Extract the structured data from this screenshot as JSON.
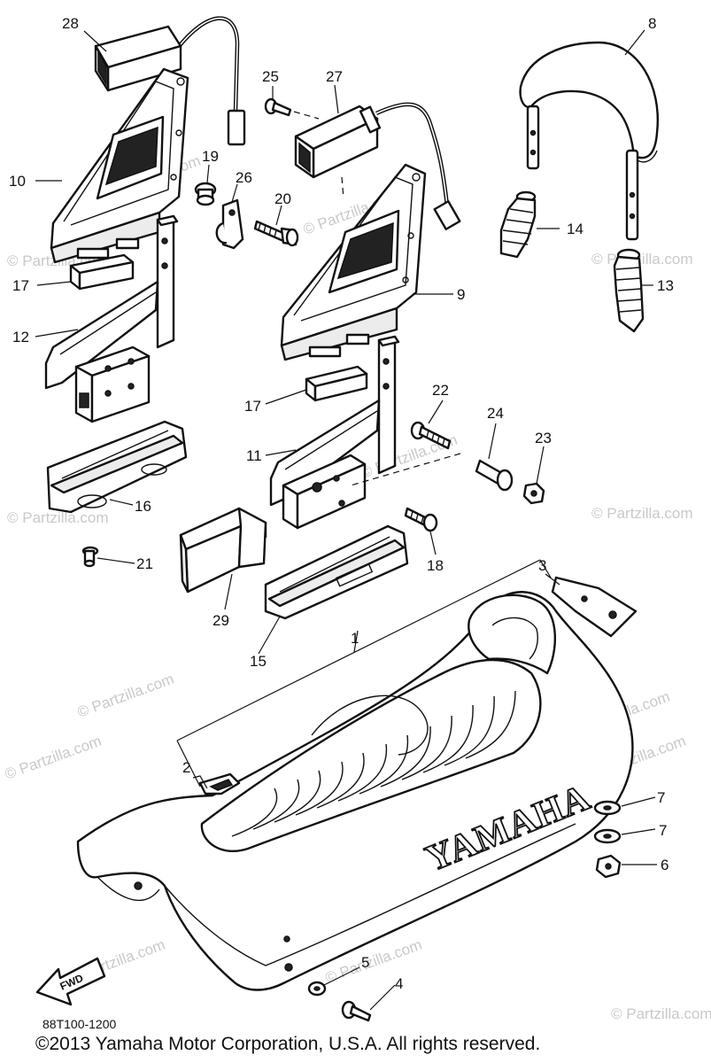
{
  "diagram": {
    "drawing_code": "88T100-1200",
    "copyright": "©2013 Yamaha Motor Corporation, U.S.A. All rights reserved.",
    "brand_on_seat": "YAMAHA",
    "fwd_label": "FWD",
    "watermark": "© Partzilla.com",
    "watermark_center": "© Partzilla.com",
    "callouts": {
      "n1": "1",
      "n2": "2",
      "n3": "3",
      "n4": "4",
      "n5": "5",
      "n6": "6",
      "n7a": "7",
      "n7b": "7",
      "n8": "8",
      "n9": "9",
      "n10": "10",
      "n11": "11",
      "n12": "12",
      "n13": "13",
      "n14": "14",
      "n15": "15",
      "n16": "16",
      "n17a": "17",
      "n17b": "17",
      "n18": "18",
      "n19": "19",
      "n20": "20",
      "n21": "21",
      "n22": "22",
      "n23": "23",
      "n24": "24",
      "n25": "25",
      "n26": "26",
      "n27": "27",
      "n28": "28",
      "n29": "29"
    }
  }
}
